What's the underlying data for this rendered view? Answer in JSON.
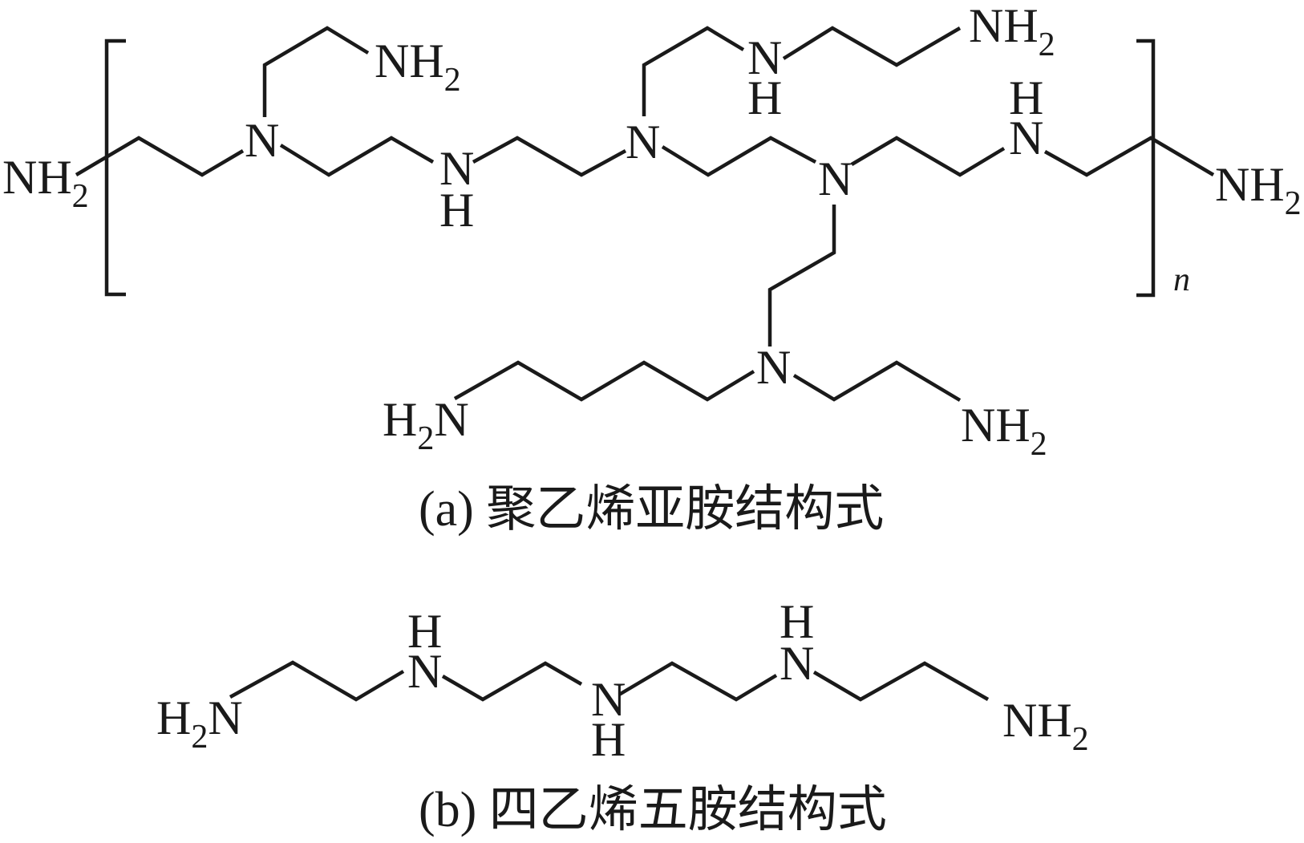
{
  "structure_a": {
    "nh2_left": {
      "main": "NH",
      "sub": "2"
    },
    "n1": "N",
    "nh2_branch1": {
      "main": "NH",
      "sub": "2"
    },
    "nh_a": {
      "n": "N",
      "h": "H"
    },
    "n2": "N",
    "nh_b": {
      "n": "N",
      "h": "H"
    },
    "nh2_branch2": {
      "main": "NH",
      "sub": "2"
    },
    "n3": "N",
    "nh_c": {
      "n": "N",
      "h": "H"
    },
    "nh2_right": {
      "main": "NH",
      "sub": "2"
    },
    "repeat_subscript": "n",
    "h2n_lower": {
      "pre": "H",
      "sub": "2",
      "post": "N"
    },
    "n4": "N",
    "nh2_lower": {
      "main": "NH",
      "sub": "2"
    },
    "caption": "(a) 聚乙烯亚胺结构式"
  },
  "structure_b": {
    "h2n_left": {
      "pre": "H",
      "sub": "2",
      "post": "N"
    },
    "nh_1": {
      "n": "N",
      "h": "H"
    },
    "nh_2": {
      "n": "N",
      "h": "H"
    },
    "nh_3": {
      "n": "N",
      "h": "H"
    },
    "nh2_right": {
      "main": "NH",
      "sub": "2"
    },
    "caption": "(b) 四乙烯五胺结构式"
  }
}
